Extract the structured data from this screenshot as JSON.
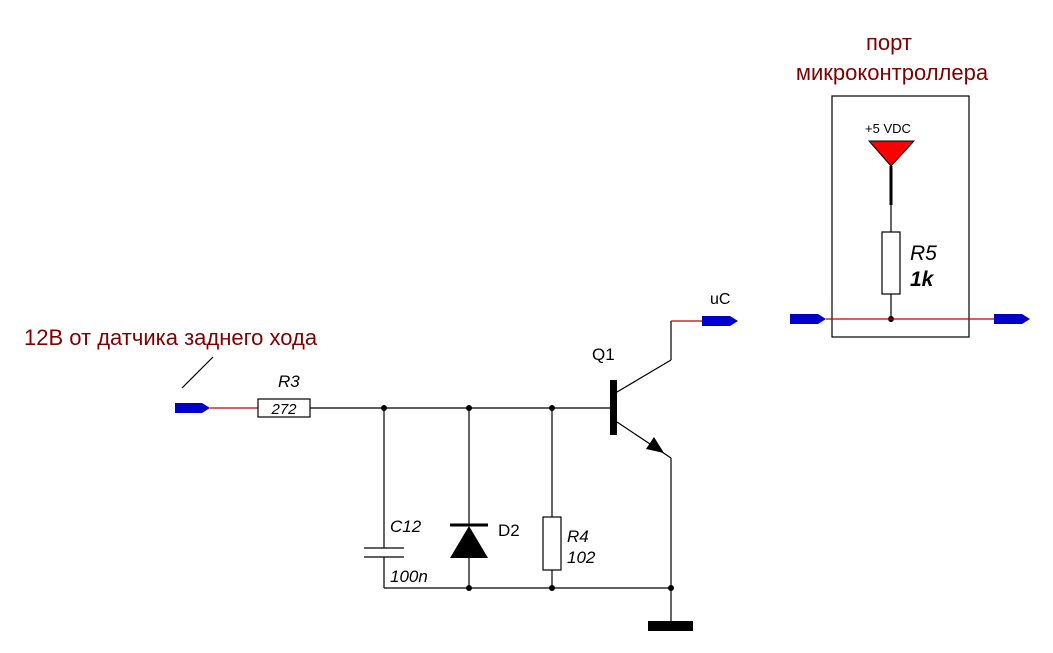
{
  "colors": {
    "port_blue": "#0000cc",
    "vdc_red": "#ff0000",
    "annotation": "#800000",
    "wire": "#000000"
  },
  "labels": {
    "input_label": "12В от датчика заднего хода",
    "port_title_line1": "порт",
    "port_title_line2": "микроконтроллера",
    "uc": "uC",
    "vdc": "+5 VDC",
    "q1": "Q1",
    "d2": "D2"
  },
  "components": {
    "r3": {
      "name": "R3",
      "value": "272"
    },
    "r4": {
      "name": "R4",
      "value": "102"
    },
    "r5": {
      "name": "R5",
      "value": "1k"
    },
    "c12": {
      "name": "C12",
      "value": "100n"
    }
  }
}
